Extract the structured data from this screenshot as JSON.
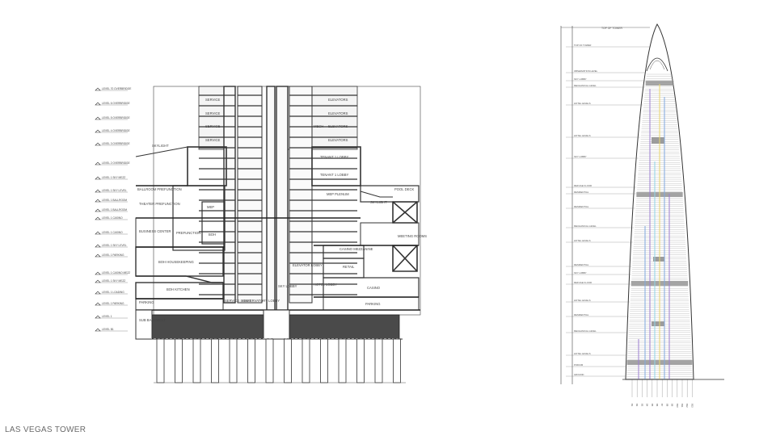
{
  "caption": "LAS VEGAS TOWER",
  "podium_section": {
    "level_marks": [
      "LEVEL 70 OVERBRIDGE",
      "LEVEL 6 OVERBRIDGE",
      "LEVEL 5 OVERBRIDGE",
      "LEVEL 4 OVERBRIDGE",
      "LEVEL 3 OVERBRIDGE",
      "LEVEL 2 OVERBRIDGE",
      "LEVEL 1 SKY MEZZ",
      "LEVEL 1 SKY LEVEL",
      "LEVEL 1 BALLROOM",
      "LEVEL 1 BALLROOM",
      "LEVEL 1 CASINO",
      "LEVEL 1 CASINO",
      "LEVEL 1 SKY LEVEL",
      "LEVEL 1 PARKING",
      "LEVEL 1 CASINO MEZZ",
      "LEVEL 1 SKY MEZZ",
      "LEVEL 1 LOADING",
      "LEVEL 1 PARKING",
      "LEVEL 1",
      "LEVEL B1"
    ],
    "room_labels": {
      "service_1": "SERVICE",
      "service_2": "SERVICE",
      "service_3": "SERVICE",
      "service_4": "SERVICE",
      "elevator_1": "ELEVATORS",
      "elevator_2": "ELEVATORS",
      "elevator_3": "ELEVATORS",
      "elevator_4": "ELEVATORS",
      "mech": "MECH",
      "skylight_upper": "SKYLIGHT",
      "tenant_1": "TENANT 1 LOBBY",
      "tenant_2": "TENANT 1 LOBBY",
      "ballroom": "BALLROOM PREFUNCTION",
      "theater": "THEATER PREFUNCTION",
      "mep": "MEP",
      "prefunction": "PREFUNCTION",
      "mep_plenum": "MEP PLENUM",
      "business": "BUSINESS CENTER",
      "boh": "BOH",
      "boh_housekeeping": "BOH HOUSEKEEPING",
      "boh_kitchen": "BOH KITCHEN",
      "parking_left": "PARKING",
      "pool_deck": "POOL DECK",
      "skylight_right": "SKYLIGHT",
      "meeting": "MEETING ROOMS",
      "casino_mezz": "CASINO MEZZANINE",
      "retail": "RETAIL",
      "casino": "CASINO",
      "parking_right": "PARKING",
      "sub_basement": "SUB BASEMENT",
      "service_shaft": "SERVICE SHAFT",
      "observatory": "OBSERVATORY LOBBY",
      "sky_lobby": "SKY LOBBY",
      "hotel_lobby": "HOTEL LOBBY",
      "elevator_lobby": "ELEVATOR LOBBY"
    }
  },
  "tower_section": {
    "top_dim": "TOP OF TOWER",
    "level_notes": [
      "TOP OF TOWER",
      "OBSERVATION LEVEL",
      "SKY LOBBY",
      "MECHANICAL LEVEL",
      "HOTEL LEVELS",
      "HOTEL LEVELS",
      "SKY LOBBY",
      "REFUGE FLOOR",
      "RESIDENTIAL",
      "RESIDENTIAL",
      "MECHANICAL LEVEL",
      "HOTEL LEVELS",
      "RESIDENTIAL",
      "SKY LOBBY",
      "REFUGE FLOOR",
      "HOTEL LEVELS",
      "RESIDENTIAL",
      "MECHANICAL LEVEL",
      "HOTEL LEVELS",
      "PODIUM",
      "GROUND"
    ],
    "bottom_tags": [
      "B1",
      "B2",
      "B3",
      "B4",
      "B5",
      "B6",
      "B7",
      "B8",
      "B9",
      "B10",
      "B11",
      "B12",
      "B13"
    ],
    "colors": {
      "shaft_purple": "#9b7ed0",
      "shaft_blue": "#7fa8e0",
      "shaft_yellow": "#e8d56a",
      "shaft_cyan": "#8fd4e8",
      "band_grey": "#8a8a8a"
    }
  }
}
